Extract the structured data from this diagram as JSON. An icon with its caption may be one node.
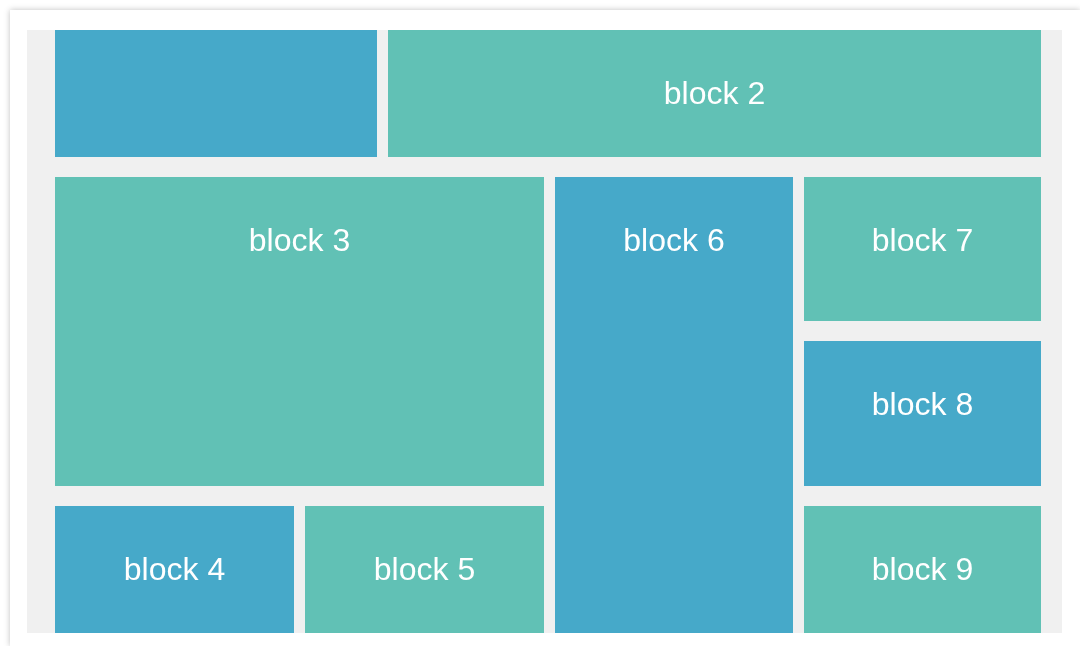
{
  "diagram": {
    "nodes": [
      {
        "text": [],
        "shape": "box"
      },
      {
        "text": [
          "block 2"
        ]
      },
      {
        "text": [
          "block 3"
        ]
      },
      {
        "text": [
          "block 4"
        ]
      },
      {
        "text": [
          "block 5"
        ]
      },
      {
        "text": [
          "block 6"
        ]
      },
      {
        "text": [
          "block 7"
        ]
      },
      {
        "text": [
          "block 8"
        ]
      },
      {
        "text": [
          "block 9"
        ]
      }
    ]
  }
}
